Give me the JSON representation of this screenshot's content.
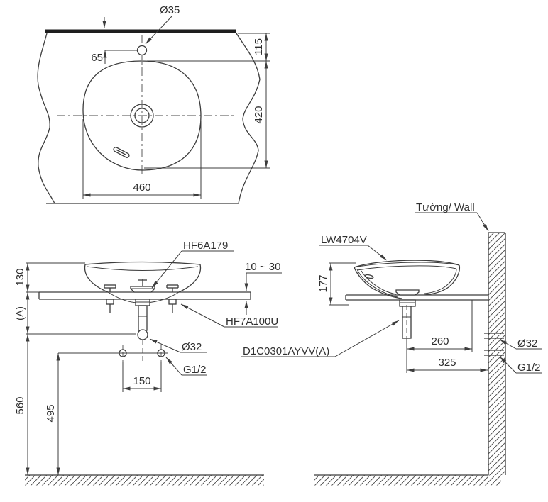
{
  "colors": {
    "line": "#3c3c3c",
    "background": "#ffffff"
  },
  "drawing": {
    "top_view": {
      "hole_dia": "Ø35",
      "hole_offset": "65",
      "wall_to_rim": "115",
      "rim_depth": "420",
      "basin_width": "460"
    },
    "front_view": {
      "height_above_counter": "130",
      "dim_a": "(A)",
      "counter_thickness": "10 ~ 30",
      "faucet_code": "HF6A179",
      "fixing_code": "HF7A100U",
      "waste_dia": "Ø32",
      "supply_thread": "G1/2",
      "drain_height": "560",
      "supply_height": "495",
      "supply_spacing": "150"
    },
    "side_view": {
      "wall_label": "Tường/ Wall",
      "model_code": "LW4704V",
      "basin_height": "177",
      "drain_to_wall": "260",
      "center_to_wall": "325",
      "waste_dia": "Ø32",
      "supply_thread": "G1/2",
      "drain_code": "D1C0301AYVV(A)"
    }
  }
}
